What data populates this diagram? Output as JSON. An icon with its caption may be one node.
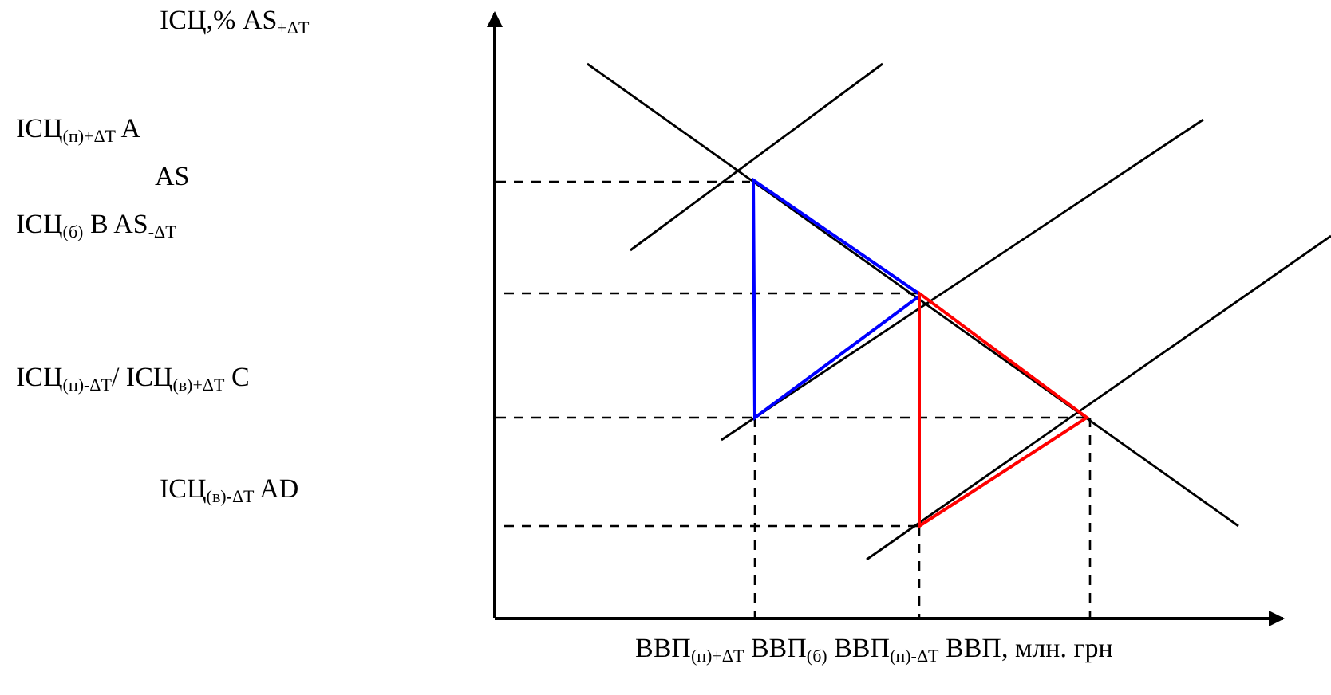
{
  "diagram": {
    "labels": [
      "ІСЦ,% AS$_{+ΔT}$",
      "ІСЦ$_{(п)+ΔT}$ A",
      "AS",
      "ІСЦ$_{(б)}$ B AS$_{-ΔT}$",
      "ІСЦ$_{(п)-ΔT}$/ ІСЦ$_{(в)+ΔT}$ C",
      "ІСЦ$_{(в)-ΔT}$ AD",
      "ВВП$_{(п)+ΔT}$ ВВП$_{(б)}$ ВВП$_{(п)-ΔT}$ ВВП, млн. грн"
    ]
  }
}
